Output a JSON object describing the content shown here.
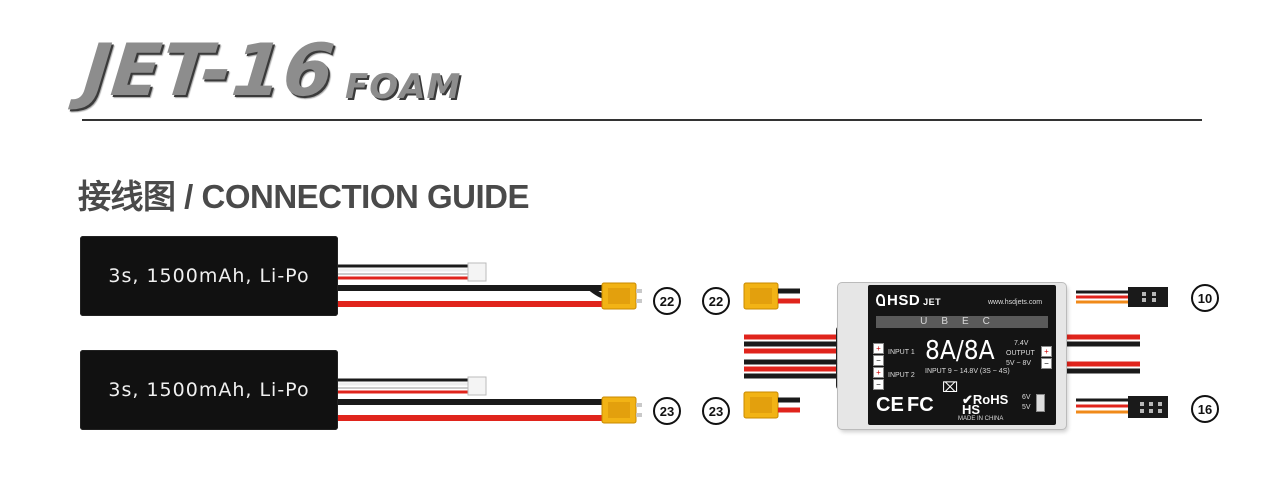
{
  "header": {
    "title": "JET-16",
    "subtitle": "FOAM",
    "guide_title": "接线图 / CONNECTION GUIDE"
  },
  "batteries": [
    {
      "label": "3s, 1500mAh, Li-Po",
      "callout": "22"
    },
    {
      "label": "3s, 1500mAh, Li-Po",
      "callout": "23"
    }
  ],
  "ubec": {
    "brand": "HSD",
    "brand_suffix": "JET",
    "website": "www.hsdjets.com",
    "strip_text": "UBEC",
    "rating": "8A/8A",
    "input_range": "INPUT 9 ~ 14.8V (3S ~ 4S)",
    "input1": "INPUT 1",
    "input2": "INPUT 2",
    "output_voltage": "7.4V",
    "output_label": "OUTPUT",
    "output_range": "5V ~ 8V",
    "ce": "CE",
    "fc": "FC",
    "rohs": "RoHS",
    "hs": "HS",
    "made_in": "MADE IN CHINA",
    "sel_6v": "6V",
    "sel_5v": "5V",
    "plus": "+",
    "minus": "−",
    "callouts_in": [
      "22",
      "23"
    ],
    "callouts_out": [
      "10",
      "16"
    ]
  },
  "colors": {
    "wire_red": "#e0241c",
    "wire_black": "#1a1a1a",
    "wire_white": "#eeeeee",
    "connector_yellow": "#f2b315",
    "title_gray": "#8d8d8d"
  }
}
